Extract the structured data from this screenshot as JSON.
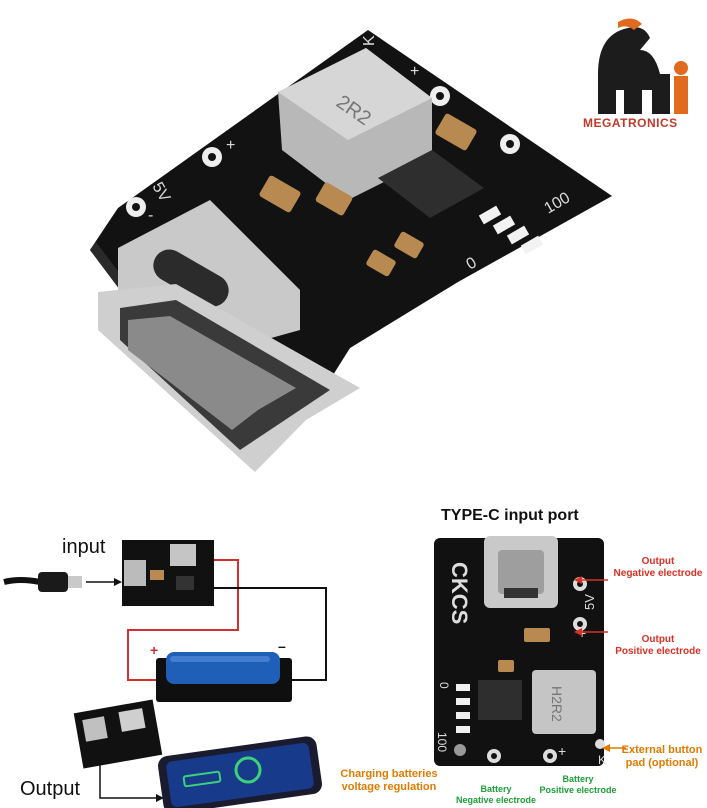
{
  "brand": {
    "name": "MEGATRONICS"
  },
  "hero": {
    "inductor_marking": "2R2",
    "silk_5v": "5V",
    "silk_plus": "+",
    "silk_minus": "-",
    "silk_k": "K",
    "silk_0": "0",
    "silk_100": "100"
  },
  "wiring": {
    "input_label": "input",
    "output_label": "Output",
    "plus_symbol": "+",
    "minus_symbol": "–"
  },
  "annotated": {
    "title": "TYPE-C input port",
    "board_text": "CKCS",
    "inductor_marking": "H2R2",
    "silk_5v": "5V",
    "silk_plus": "+",
    "silk_k": "K",
    "silk_0": "0",
    "silk_100": "100",
    "callouts": {
      "output_negative": {
        "line1": "Output",
        "line2": "Negative electrode"
      },
      "output_positive": {
        "line1": "Output",
        "line2": "Positive electrode"
      },
      "external_button": {
        "line1": "External button",
        "line2": "pad (optional)"
      },
      "charging_regulation": {
        "line1": "Charging batteries",
        "line2": "voltage regulation"
      },
      "battery_negative": {
        "line1": "Battery",
        "line2": "Negative electrode"
      },
      "battery_positive": {
        "line1": "Battery",
        "line2": "Positive electrode"
      }
    }
  },
  "colors": {
    "pcb": "#111111",
    "metal": "#c9c9c9",
    "callout_red": "#d93025",
    "callout_green": "#1e9e35",
    "callout_orange": "#e07b00",
    "wire_red": "#d32f2f",
    "battery_blue": "#1f5fb8"
  }
}
